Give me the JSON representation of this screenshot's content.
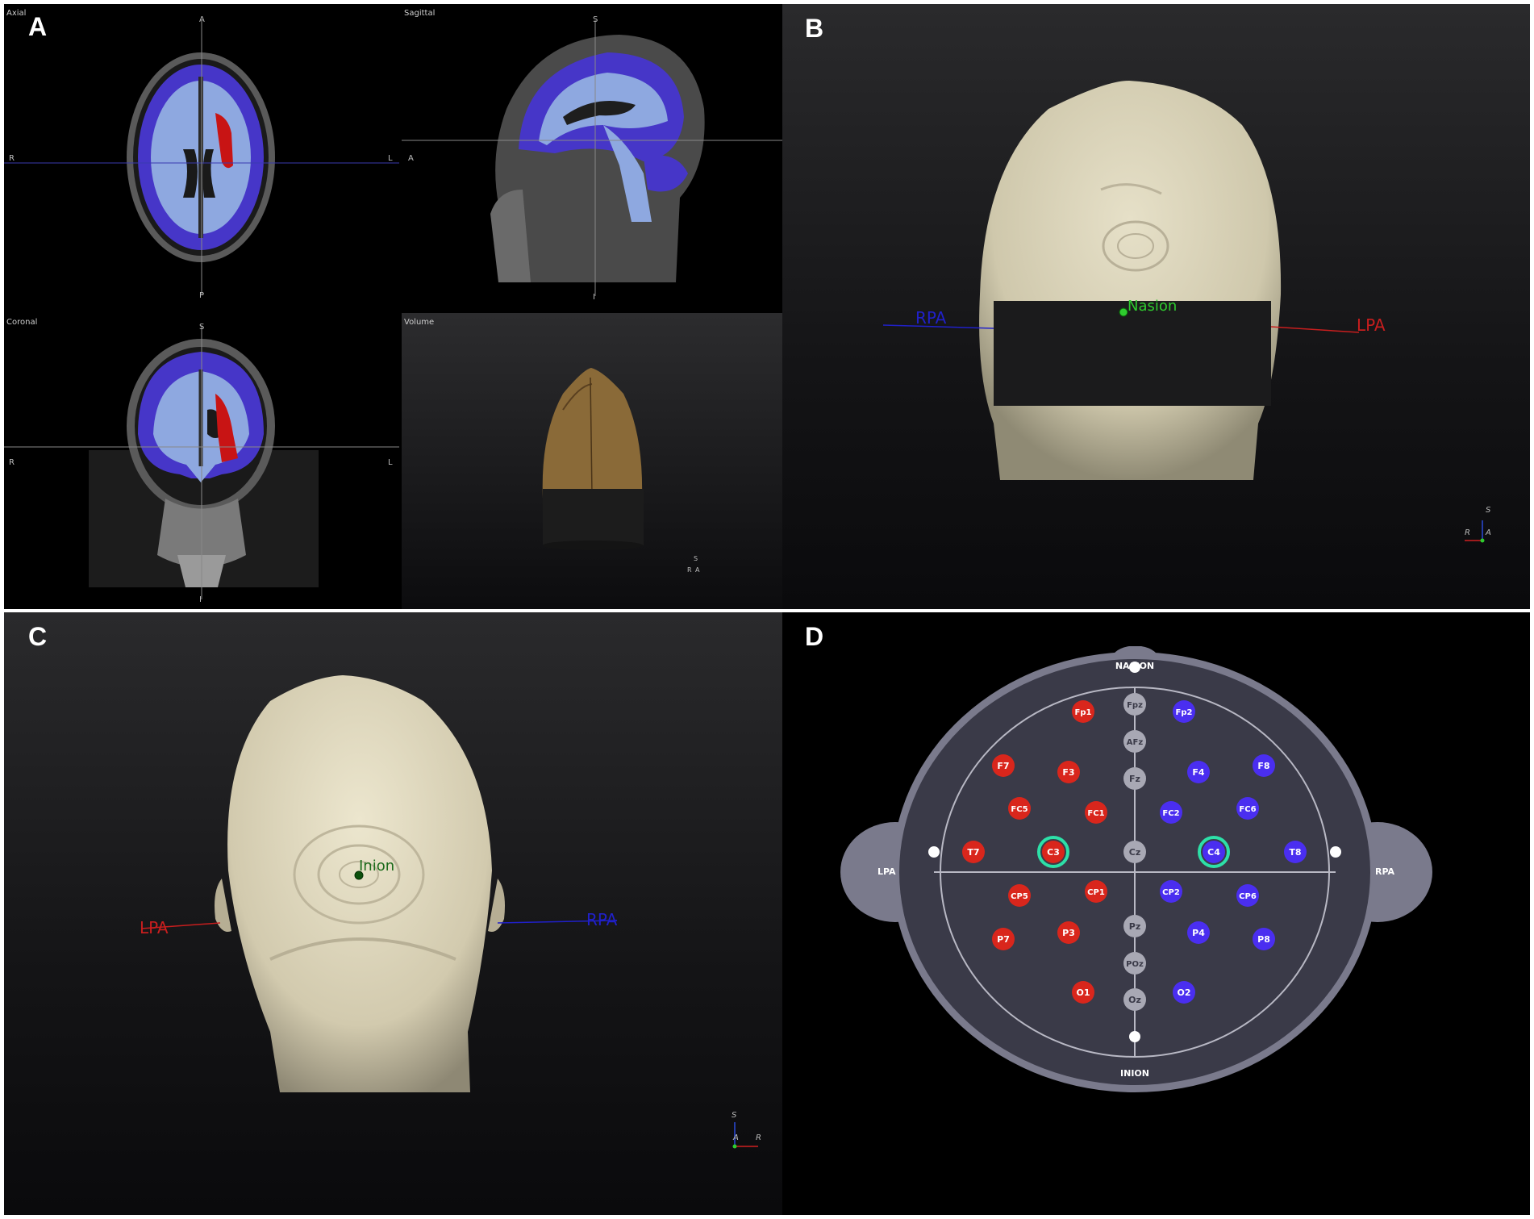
{
  "panels": {
    "a": {
      "label": "A",
      "axial": {
        "title": "Axial",
        "top": "A",
        "bottom": "P",
        "left": "R",
        "right": "L"
      },
      "sagittal": {
        "title": "Sagittal",
        "top": "S",
        "bottom": "I",
        "left": "A"
      },
      "coronal": {
        "title": "Coronal",
        "top": "S",
        "bottom": "I",
        "left": "R",
        "right": "L"
      },
      "volume": {
        "title": "Volume",
        "axes": [
          "S",
          "R",
          "A"
        ]
      }
    },
    "b": {
      "label": "B",
      "nasion": "Nasion",
      "rpa": "RPA",
      "lpa": "LPA",
      "axes": [
        "S",
        "R",
        "A"
      ]
    },
    "c": {
      "label": "C",
      "inion": "Inion",
      "lpa": "LPA",
      "rpa": "RPA",
      "axes": [
        "S",
        "A",
        "R"
      ]
    },
    "d": {
      "label": "D",
      "nasion": "NASION",
      "inion": "INION",
      "lpa": "LPA",
      "rpa": "RPA"
    }
  },
  "colors": {
    "left_hemisphere": "#d9261c",
    "right_hemisphere": "#4a2ef0",
    "midline": "#a8a8b4",
    "target_ring": "#2de0a8",
    "rpa_marker": "#2020c8",
    "lpa_marker": "#c81e1e",
    "landmark": "#2ecc2e"
  },
  "electrodes": [
    {
      "name": "Fpz",
      "side": "mid"
    },
    {
      "name": "AFz",
      "side": "mid"
    },
    {
      "name": "Fz",
      "side": "mid"
    },
    {
      "name": "Cz",
      "side": "mid"
    },
    {
      "name": "Pz",
      "side": "mid"
    },
    {
      "name": "POz",
      "side": "mid"
    },
    {
      "name": "Oz",
      "side": "mid"
    },
    {
      "name": "Fp1",
      "side": "left"
    },
    {
      "name": "F7",
      "side": "left"
    },
    {
      "name": "F3",
      "side": "left"
    },
    {
      "name": "FC5",
      "side": "left"
    },
    {
      "name": "FC1",
      "side": "left"
    },
    {
      "name": "T7",
      "side": "left"
    },
    {
      "name": "C3",
      "side": "left",
      "target": true
    },
    {
      "name": "CP5",
      "side": "left"
    },
    {
      "name": "CP1",
      "side": "left"
    },
    {
      "name": "P7",
      "side": "left"
    },
    {
      "name": "P3",
      "side": "left"
    },
    {
      "name": "O1",
      "side": "left"
    },
    {
      "name": "Fp2",
      "side": "right"
    },
    {
      "name": "F8",
      "side": "right"
    },
    {
      "name": "F4",
      "side": "right"
    },
    {
      "name": "FC6",
      "side": "right"
    },
    {
      "name": "FC2",
      "side": "right"
    },
    {
      "name": "T8",
      "side": "right"
    },
    {
      "name": "C4",
      "side": "right",
      "target": true
    },
    {
      "name": "CP6",
      "side": "right"
    },
    {
      "name": "CP2",
      "side": "right"
    },
    {
      "name": "P8",
      "side": "right"
    },
    {
      "name": "P4",
      "side": "right"
    },
    {
      "name": "O2",
      "side": "right"
    }
  ]
}
